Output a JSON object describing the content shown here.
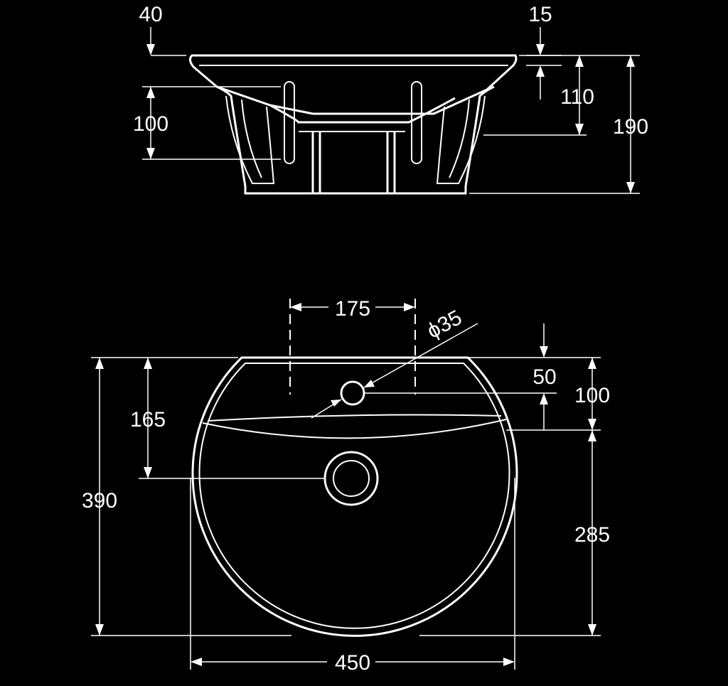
{
  "side_view": {
    "dim_rim_thickness": "40",
    "dim_rim_overhang": "15",
    "dim_bracket_slot_height": "100",
    "dim_bracket_height": "110",
    "dim_total_height": "190"
  },
  "top_view": {
    "dim_tap_hole_spacing": "175",
    "dim_tap_hole_diameter": "ϕ35",
    "dim_tap_hole_from_wall": "50",
    "dim_deck_depth": "100",
    "dim_drain_from_wall": "165",
    "dim_total_depth": "390",
    "dim_bowl_depth": "285",
    "dim_total_width": "450"
  }
}
